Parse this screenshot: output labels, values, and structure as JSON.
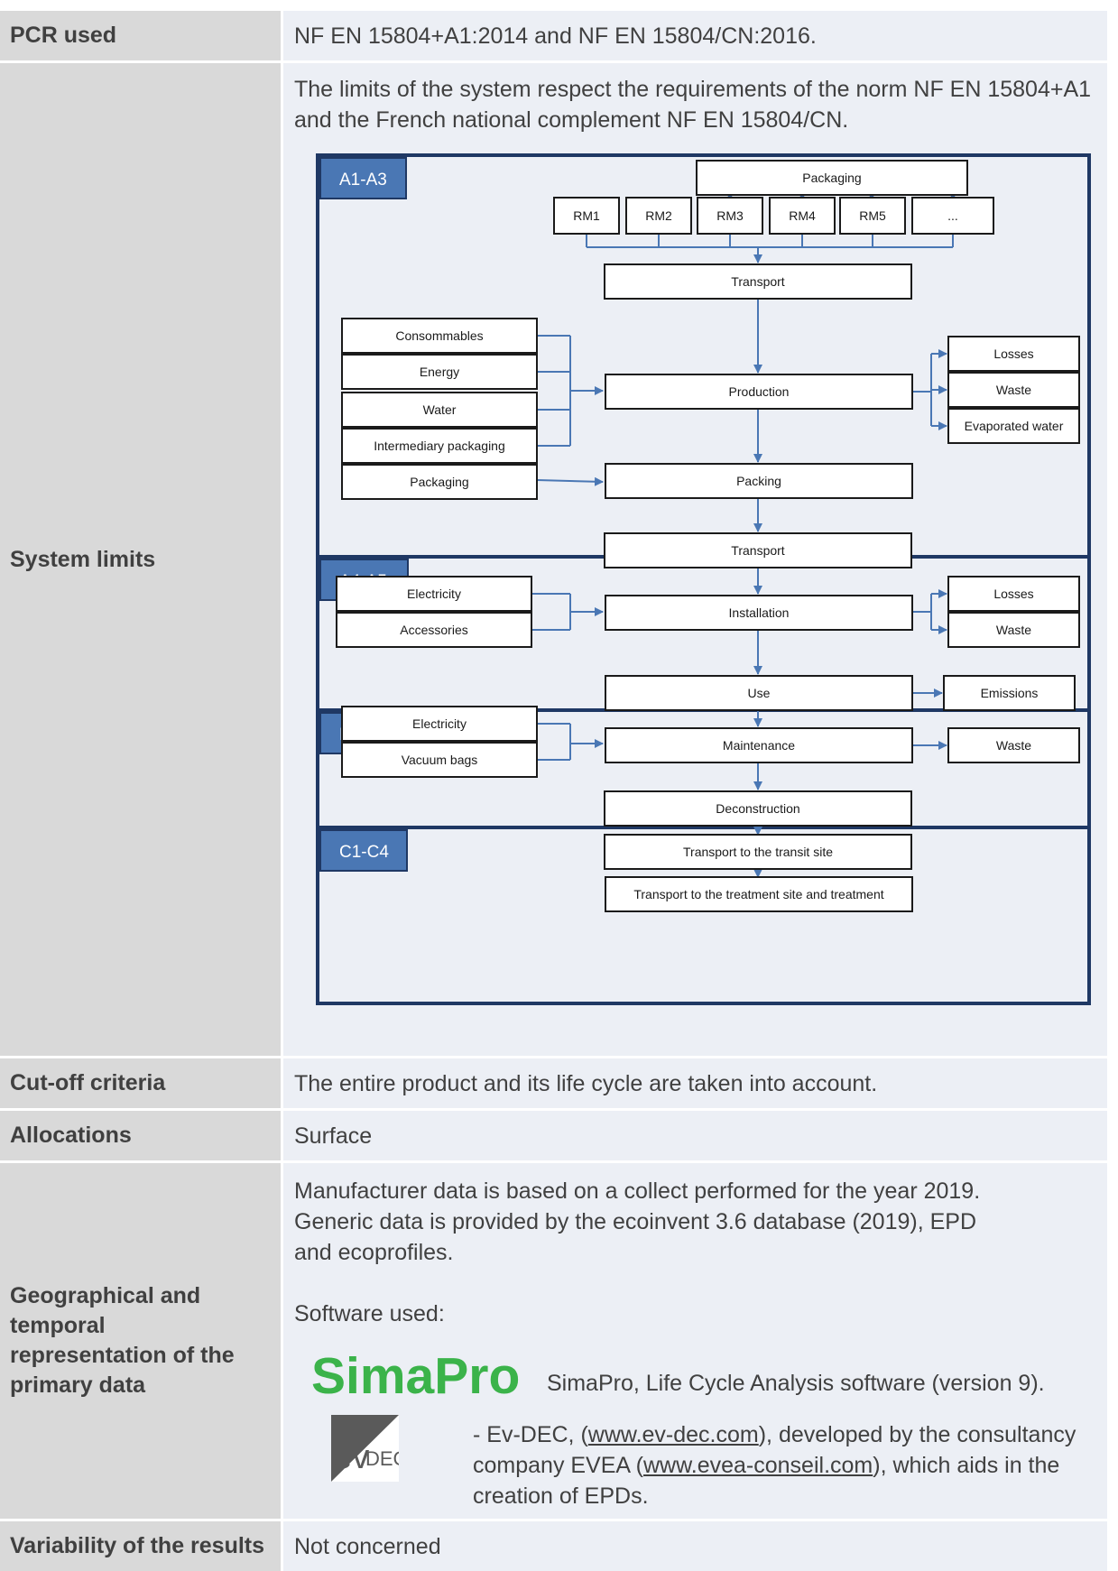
{
  "rows": {
    "pcr": {
      "label": "PCR used",
      "value": "NF EN 15804+A1:2014 and NF EN 15804/CN:2016."
    },
    "system": {
      "label": "System limits",
      "intro": "The limits of the system respect the requirements of the norm NF EN 15804+A1 and the French national complement NF EN 15804/CN."
    },
    "cutoff": {
      "label": "Cut-off criteria",
      "value": "The entire product and its life cycle are taken into account."
    },
    "alloc": {
      "label": "Allocations",
      "value": "Surface"
    },
    "geo": {
      "label": "Geographical and temporal representation of the primary data",
      "p1": "Manufacturer data is based on a collect performed for the year 2019.",
      "p2": "Generic data is provided by the ecoinvent 3.6 database (2019), EPD and ecoprofiles.",
      "software_label": "Software used:",
      "simapro_logo": "SimaPro",
      "simapro_text": "SimaPro, Life Cycle Analysis software (version 9).",
      "evdec_logo_ev": "ev",
      "evdec_logo_dec": "DEC",
      "evdec_a": "- Ev-DEC, (",
      "evdec_link1": "www.ev-dec.com",
      "evdec_b": "), developed by the consultancy company  EVEA (",
      "evdec_link2": "www.evea-conseil.com",
      "evdec_c": "), which aids in the creation of EPDs."
    },
    "var": {
      "label": "Variability of the results",
      "value": "Not concerned"
    }
  },
  "diagram": {
    "colors": {
      "frame": "#1f3864",
      "tab": "#4a77b4",
      "arrow": "#4a77b4",
      "bg": "#eceff5"
    },
    "sections": {
      "a13": "A1-A3",
      "a45": "A4-A5",
      "b17": "B1-B7",
      "c14": "C1-C4"
    },
    "a13": {
      "packaging_top": "Packaging",
      "rm": [
        "RM1",
        "RM2",
        "RM3",
        "RM4",
        "RM5",
        "..."
      ],
      "transport": "Transport",
      "inputs": [
        "Consommables",
        "Energy",
        "Water",
        "Intermediary packaging"
      ],
      "packaging_in": "Packaging",
      "production": "Production",
      "packing": "Packing",
      "outputs": [
        "Losses",
        "Waste",
        "Evaporated water"
      ]
    },
    "a45": {
      "transport": "Transport",
      "inputs": [
        "Electricity",
        "Accessories"
      ],
      "installation": "Installation",
      "outputs": [
        "Losses",
        "Waste"
      ]
    },
    "b17": {
      "use": "Use",
      "emissions": "Emissions",
      "inputs": [
        "Electricity",
        "Vacuum bags"
      ],
      "maintenance": "Maintenance",
      "waste": "Waste"
    },
    "c14": {
      "steps": [
        "Deconstruction",
        "Transport to the transit site",
        "Transport to the treatment site and treatment"
      ]
    }
  }
}
